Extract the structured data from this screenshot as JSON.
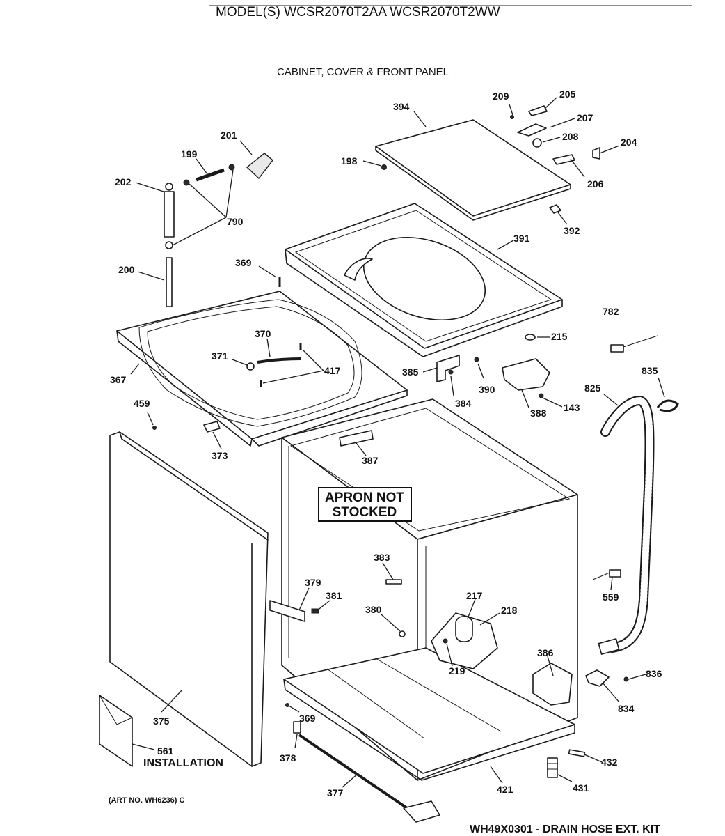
{
  "header": {
    "model_title": "MODEL(S) WCSR2070T2AA  WCSR2070T2WW",
    "section_title": "CABINET, COVER & FRONT PANEL"
  },
  "callout": {
    "line1": "APRON NOT",
    "line2": "STOCKED"
  },
  "footer": {
    "art_number": "(ART NO. WH6236) C",
    "kit_note": "WH49X0301 - DRAIN HOSE EXT. KIT",
    "installation_label": "INSTALLATION"
  },
  "parts": [
    {
      "id": "p209",
      "number": "209"
    },
    {
      "id": "p205",
      "number": "205"
    },
    {
      "id": "p394",
      "number": "394"
    },
    {
      "id": "p207",
      "number": "207"
    },
    {
      "id": "p208",
      "number": "208"
    },
    {
      "id": "p204",
      "number": "204"
    },
    {
      "id": "p201",
      "number": "201"
    },
    {
      "id": "p199",
      "number": "199"
    },
    {
      "id": "p198",
      "number": "198"
    },
    {
      "id": "p206",
      "number": "206"
    },
    {
      "id": "p202",
      "number": "202"
    },
    {
      "id": "p790",
      "number": "790"
    },
    {
      "id": "p392",
      "number": "392"
    },
    {
      "id": "p391",
      "number": "391"
    },
    {
      "id": "p369a",
      "number": "369"
    },
    {
      "id": "p200",
      "number": "200"
    },
    {
      "id": "p782",
      "number": "782"
    },
    {
      "id": "p370",
      "number": "370"
    },
    {
      "id": "p215",
      "number": "215"
    },
    {
      "id": "p371",
      "number": "371"
    },
    {
      "id": "p417",
      "number": "417"
    },
    {
      "id": "p385",
      "number": "385"
    },
    {
      "id": "p835",
      "number": "835"
    },
    {
      "id": "p367",
      "number": "367"
    },
    {
      "id": "p390",
      "number": "390"
    },
    {
      "id": "p825",
      "number": "825"
    },
    {
      "id": "p384",
      "number": "384"
    },
    {
      "id": "p143",
      "number": "143"
    },
    {
      "id": "p459",
      "number": "459"
    },
    {
      "id": "p388",
      "number": "388"
    },
    {
      "id": "p373",
      "number": "373"
    },
    {
      "id": "p387",
      "number": "387"
    },
    {
      "id": "p383",
      "number": "383"
    },
    {
      "id": "p379",
      "number": "379"
    },
    {
      "id": "p381",
      "number": "381"
    },
    {
      "id": "p217",
      "number": "217"
    },
    {
      "id": "p559",
      "number": "559"
    },
    {
      "id": "p380",
      "number": "380"
    },
    {
      "id": "p218",
      "number": "218"
    },
    {
      "id": "p386",
      "number": "386"
    },
    {
      "id": "p219",
      "number": "219"
    },
    {
      "id": "p836",
      "number": "836"
    },
    {
      "id": "p834",
      "number": "834"
    },
    {
      "id": "p375",
      "number": "375"
    },
    {
      "id": "p369b",
      "number": "369"
    },
    {
      "id": "p561",
      "number": "561"
    },
    {
      "id": "p378",
      "number": "378"
    },
    {
      "id": "p432",
      "number": "432"
    },
    {
      "id": "p421",
      "number": "421"
    },
    {
      "id": "p431",
      "number": "431"
    },
    {
      "id": "p377",
      "number": "377"
    }
  ]
}
